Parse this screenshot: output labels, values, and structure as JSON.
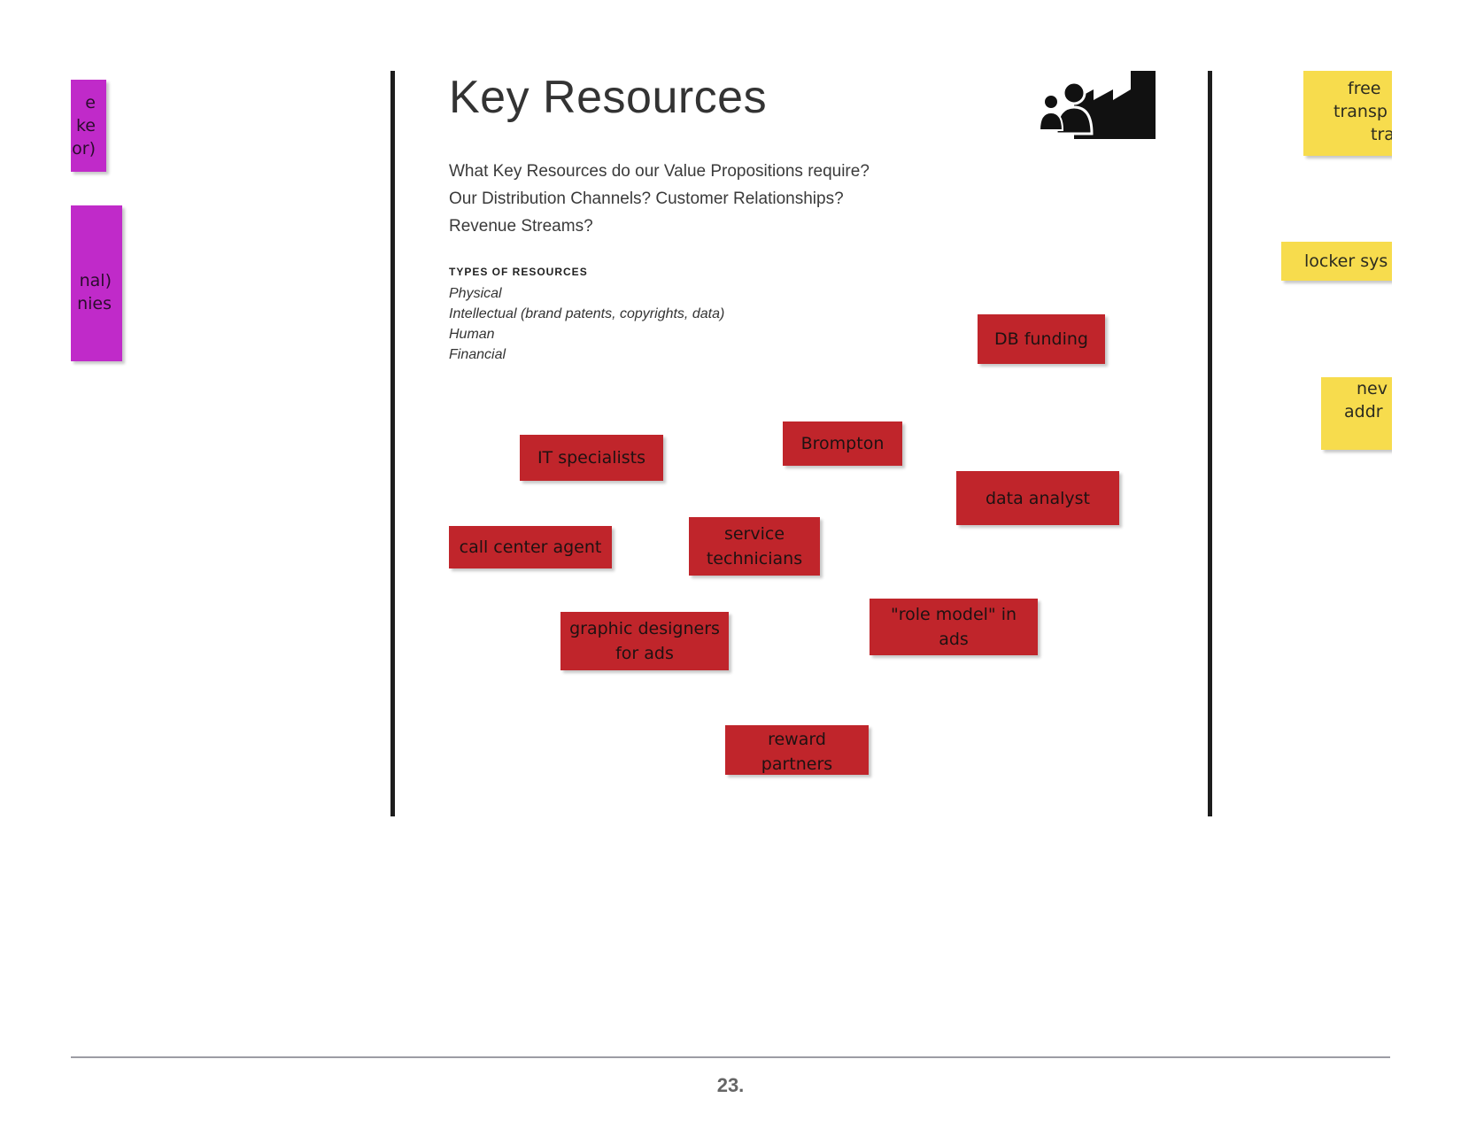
{
  "section": {
    "title": "Key Resources",
    "icon": "key-resources-people-factory-icon",
    "question_lines": [
      "What Key Resources do our Value Propositions require?",
      "Our Distribution Channels? Customer Relationships?",
      "Revenue Streams?"
    ],
    "types_heading": "TYPES OF RESOURCES",
    "types": [
      "Physical",
      "Intellectual (brand patents, copyrights, data)",
      "Human",
      "Financial"
    ]
  },
  "stickies": {
    "red": [
      {
        "lines": [
          "DB funding"
        ]
      },
      {
        "lines": [
          "IT specialists"
        ]
      },
      {
        "lines": [
          "Brompton"
        ]
      },
      {
        "lines": [
          "data analyst"
        ]
      },
      {
        "lines": [
          "call center agent"
        ]
      },
      {
        "lines": [
          "service",
          "technicians"
        ]
      },
      {
        "lines": [
          "graphic designers",
          "for ads"
        ]
      },
      {
        "lines": [
          "\"role model\" in",
          "ads"
        ]
      },
      {
        "lines": [
          "reward",
          "partners"
        ]
      }
    ],
    "left_magenta": [
      {
        "lines": [
          "e",
          "ke",
          "sor)"
        ]
      },
      {
        "lines": [
          "nal)",
          "nies"
        ]
      }
    ],
    "right_yellow": [
      {
        "lines": [
          "free",
          "transp",
          "tra"
        ]
      },
      {
        "lines": [
          "locker sys"
        ]
      },
      {
        "lines": [
          "nev",
          "addr"
        ]
      }
    ]
  },
  "colors": {
    "red_sticky": "#c0252b",
    "yellow_sticky": "#f7dc4d",
    "magenta_sticky": "#c02ac9",
    "divider": "#1d1d1d"
  },
  "footer": {
    "page_number": "23."
  }
}
